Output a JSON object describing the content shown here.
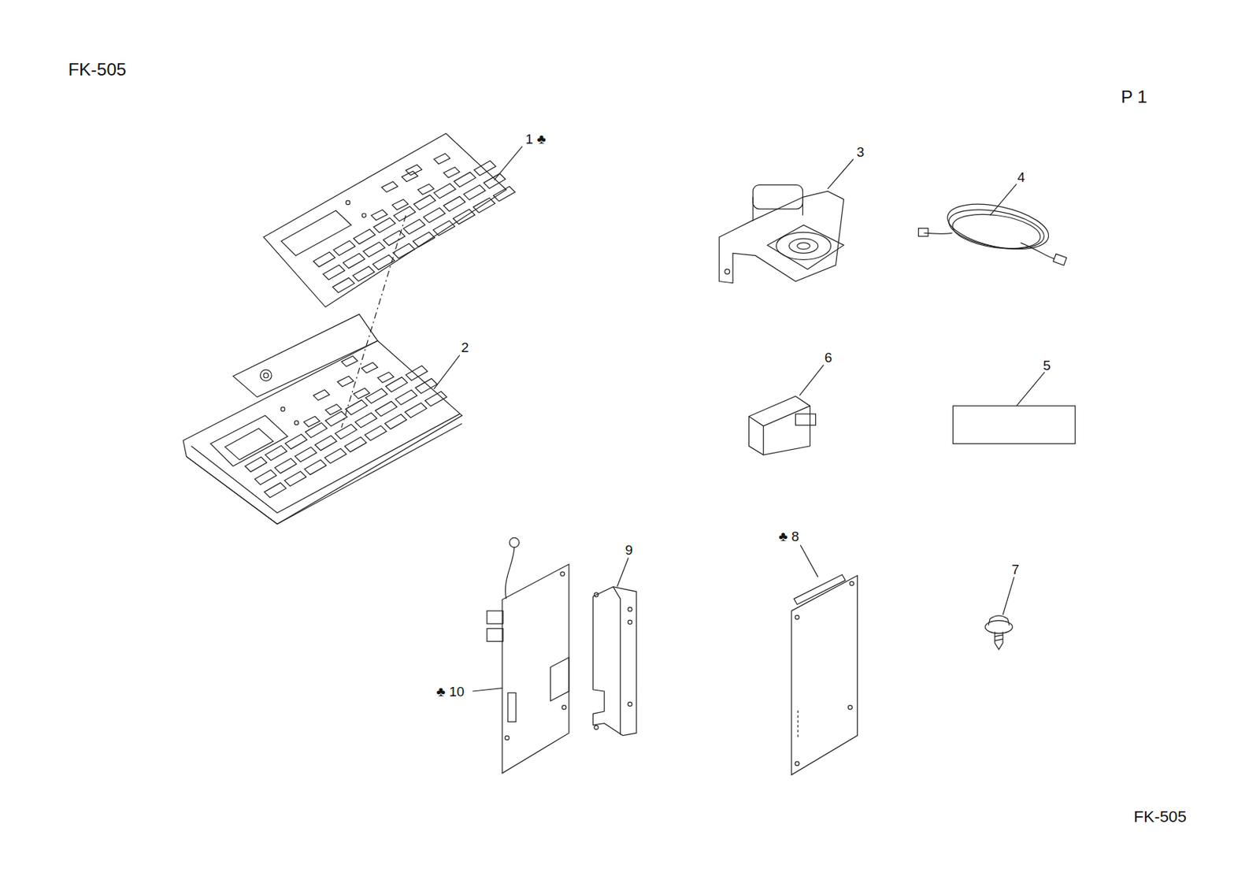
{
  "diagram": {
    "labels": [
      "FK-505",
      "P 1",
      "1 ♣",
      "2",
      "3",
      "4",
      "6",
      "5",
      "9",
      "♣ 8",
      "7",
      "♣ 10",
      "FK-505"
    ]
  }
}
